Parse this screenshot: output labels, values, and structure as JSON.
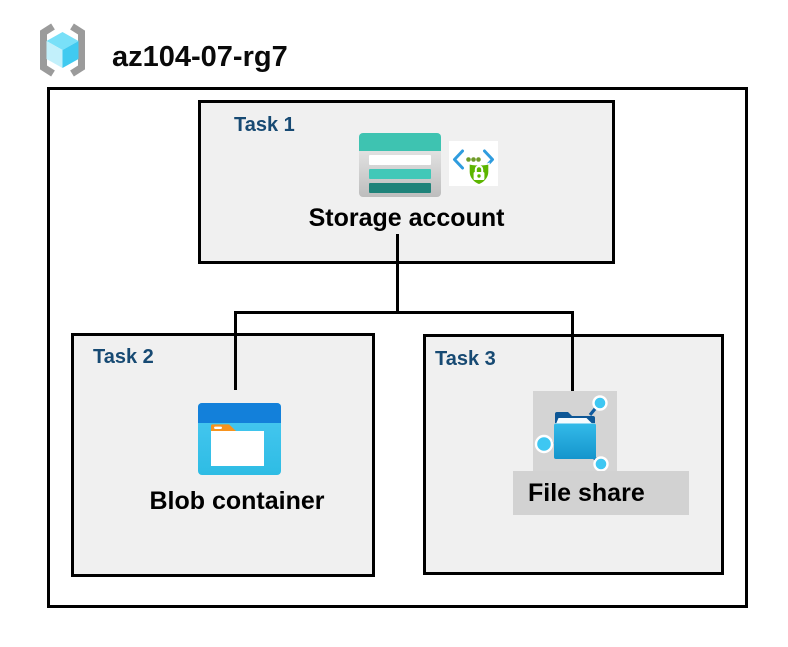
{
  "header": {
    "resource_group": "az104-07-rg7"
  },
  "boxes": {
    "task1": {
      "label": "Task 1",
      "resource": "Storage account"
    },
    "task2": {
      "label": "Task 2",
      "resource": "Blob container"
    },
    "task3": {
      "label": "Task 3",
      "resource": "File share"
    }
  },
  "connections": [
    {
      "from": "Storage account",
      "to": "Blob container"
    },
    {
      "from": "Storage account",
      "to": "File share"
    }
  ],
  "icons": {
    "header": "resource-group-icon",
    "task1": [
      "storage-account-icon",
      "sas-shield-lock-icon"
    ],
    "task2": [
      "blob-container-icon"
    ],
    "task3": [
      "file-share-icon"
    ]
  },
  "colors": {
    "task_label_navy": "#174A73",
    "box_fill": "#F0F0F0",
    "box_border": "#000000",
    "highlight_gray": "#D4D4D4",
    "label_highlight_gray": "#D2D2D2",
    "storage_teal": "#3EC3B1",
    "storage_teal_dark": "#1F837A",
    "blob_titlebar_blue": "#1380DA",
    "blob_body_cyan": "#3AC3EC",
    "blob_tab_orange": "#F7931E",
    "file_share_blue": "#1595CC",
    "node_cyan": "#3EC7F2",
    "stub_navy": "#0F5A9E",
    "shield_green": "#5CB500",
    "code_bracket_blue": "#2F9CDE",
    "sas_dot_green": "#6F9B27",
    "rg_bracket_gray": "#9B9B9B",
    "rg_cube_cyan": "#40CAF0"
  }
}
